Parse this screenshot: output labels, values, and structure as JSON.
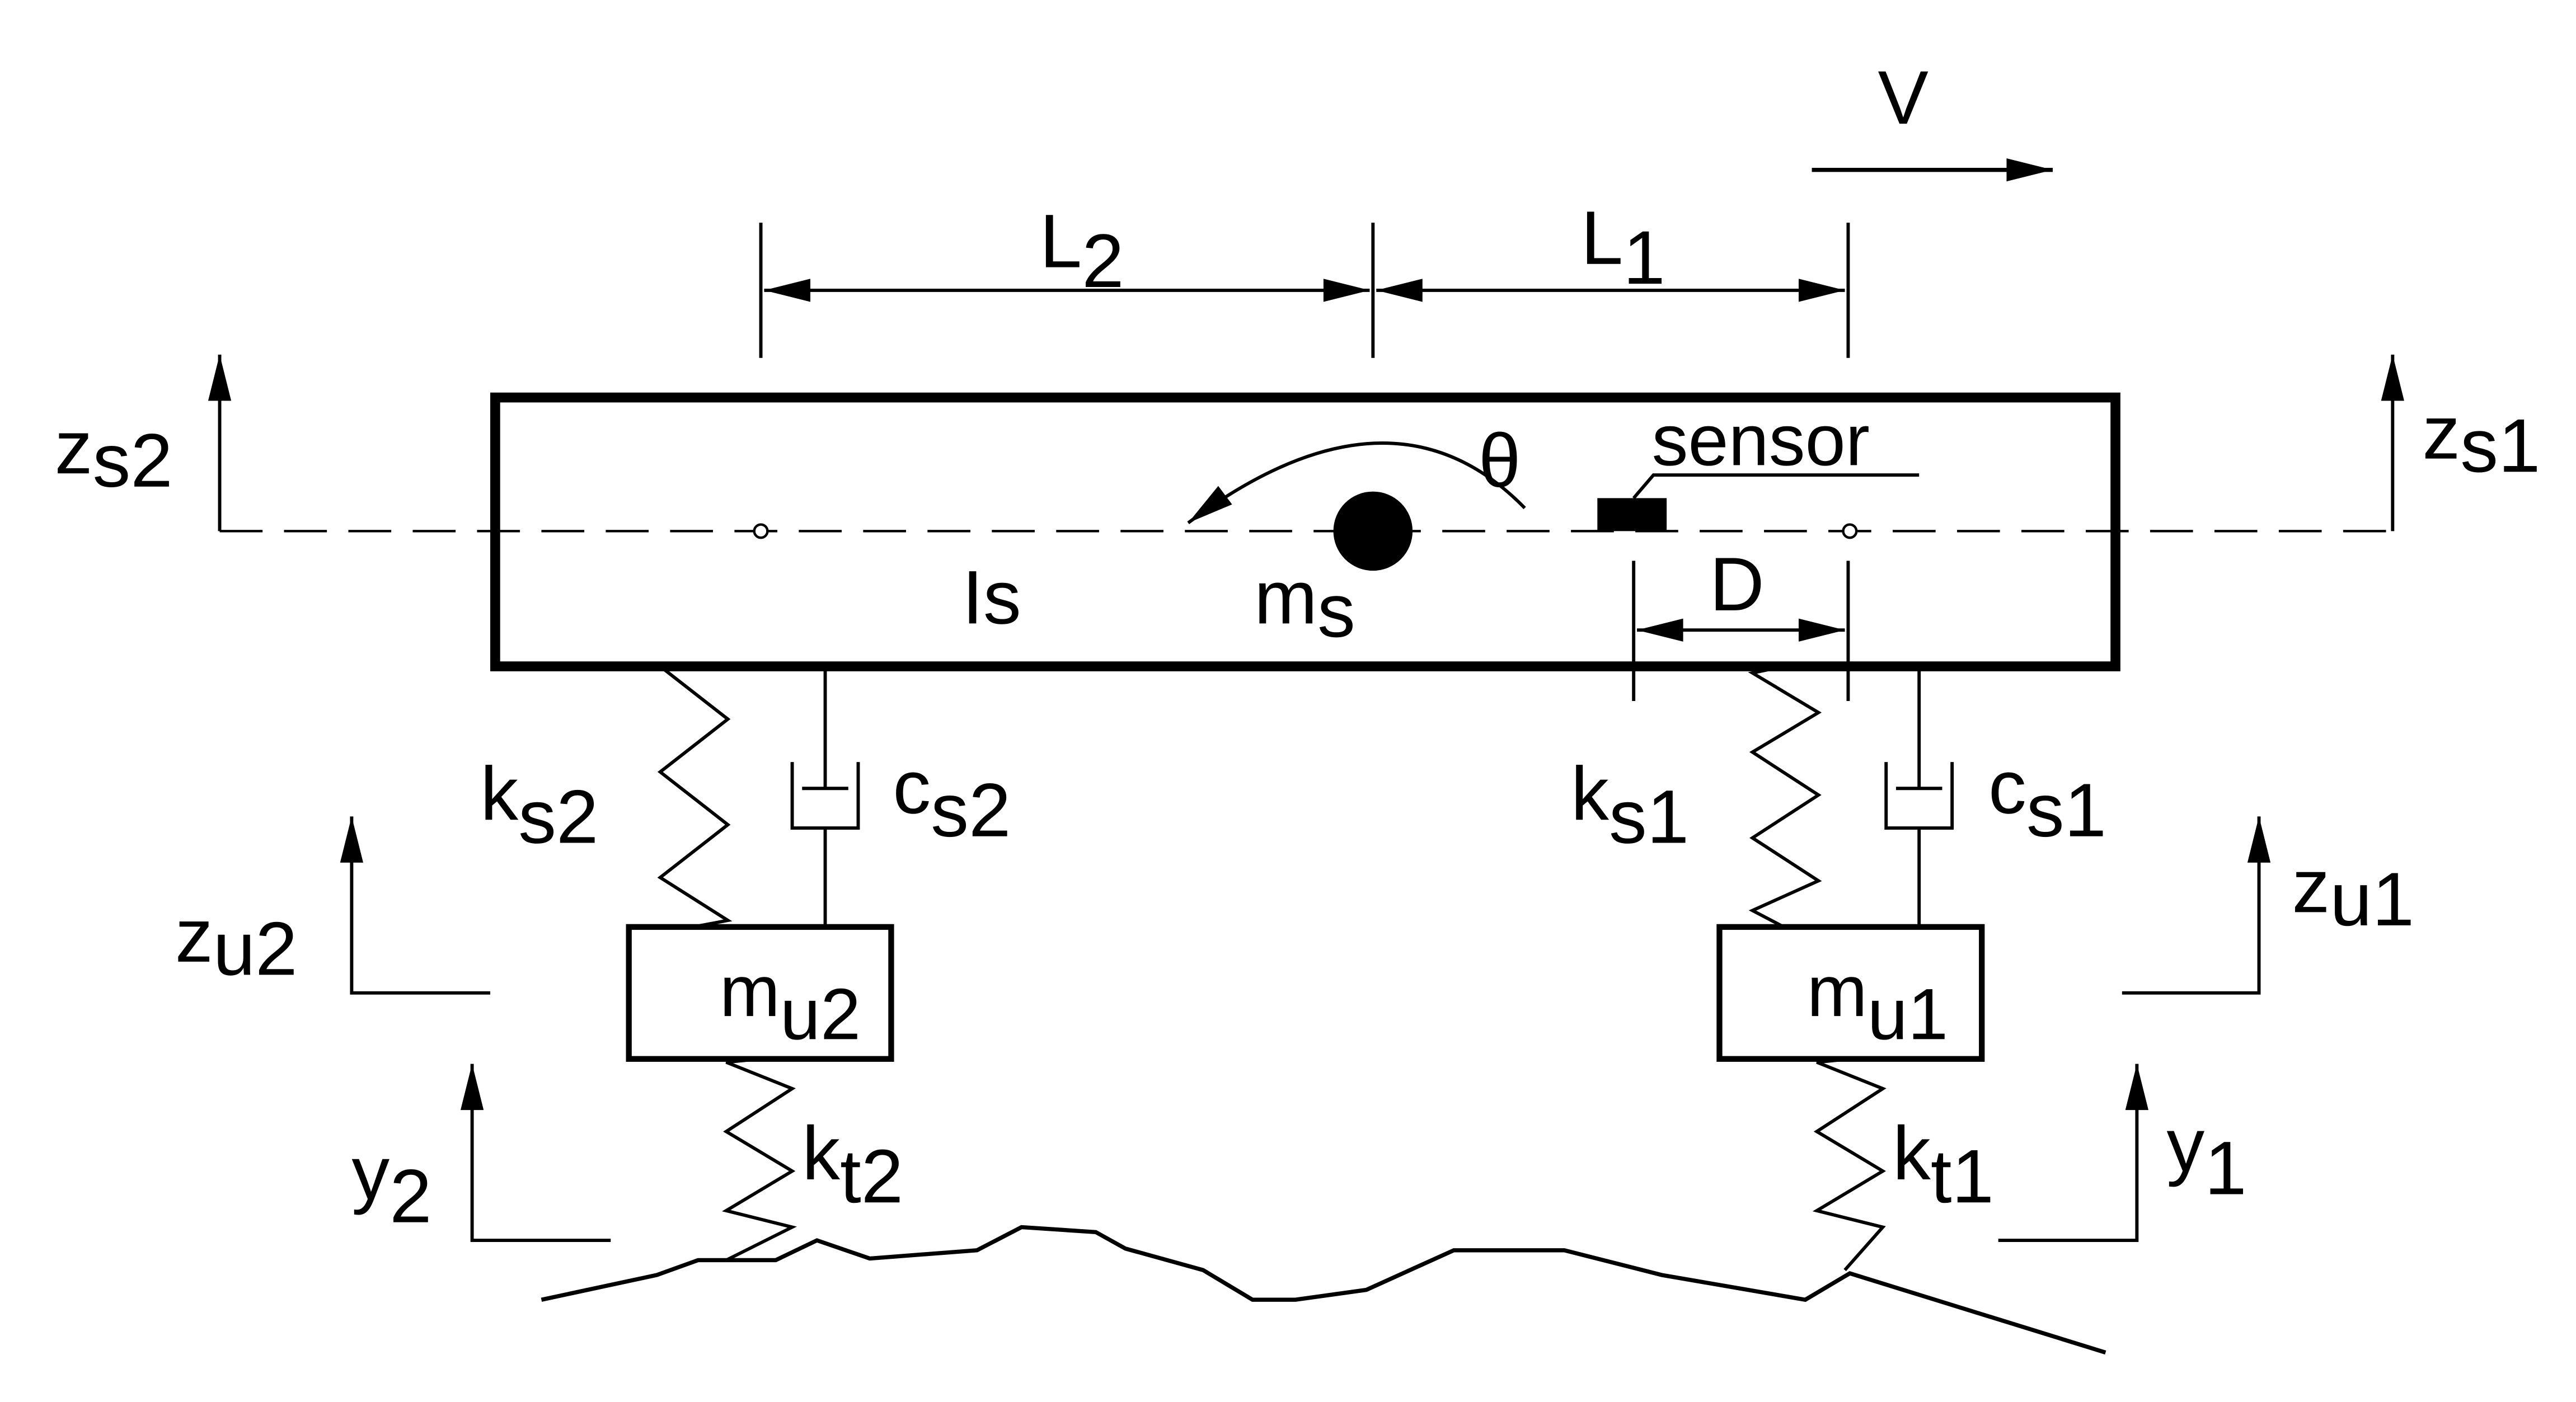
{
  "labels": {
    "velocity": "V",
    "length_rear": {
      "main": "L",
      "sub": "2"
    },
    "length_front": {
      "main": "L",
      "sub": "1"
    },
    "pitch": "θ",
    "sensor": "sensor",
    "sensor_distance": "D",
    "pitch_inertia": "Is",
    "sprung_mass": {
      "main": "m",
      "sub": "s"
    },
    "sprung_disp_rear": {
      "main": "z",
      "sub": "s2"
    },
    "sprung_disp_front": {
      "main": "z",
      "sub": "s1"
    },
    "spring_rear": {
      "main": "k",
      "sub": "s2"
    },
    "damper_rear": {
      "main": "c",
      "sub": "s2"
    },
    "spring_front": {
      "main": "k",
      "sub": "s1"
    },
    "damper_front": {
      "main": "c",
      "sub": "s1"
    },
    "unsprung_disp_rear": {
      "main": "z",
      "sub": "u2"
    },
    "unsprung_disp_front": {
      "main": "z",
      "sub": "u1"
    },
    "unsprung_mass_rear": {
      "main": "m",
      "sub": "u2"
    },
    "unsprung_mass_front": {
      "main": "m",
      "sub": "u1"
    },
    "tire_rear": {
      "main": "k",
      "sub": "t2"
    },
    "tire_front": {
      "main": "k",
      "sub": "t1"
    },
    "road_input_rear": {
      "main": "y",
      "sub": "2"
    },
    "road_input_front": {
      "main": "y",
      "sub": "1"
    }
  },
  "colors": {
    "ink": "#000000",
    "background": "#ffffff"
  }
}
